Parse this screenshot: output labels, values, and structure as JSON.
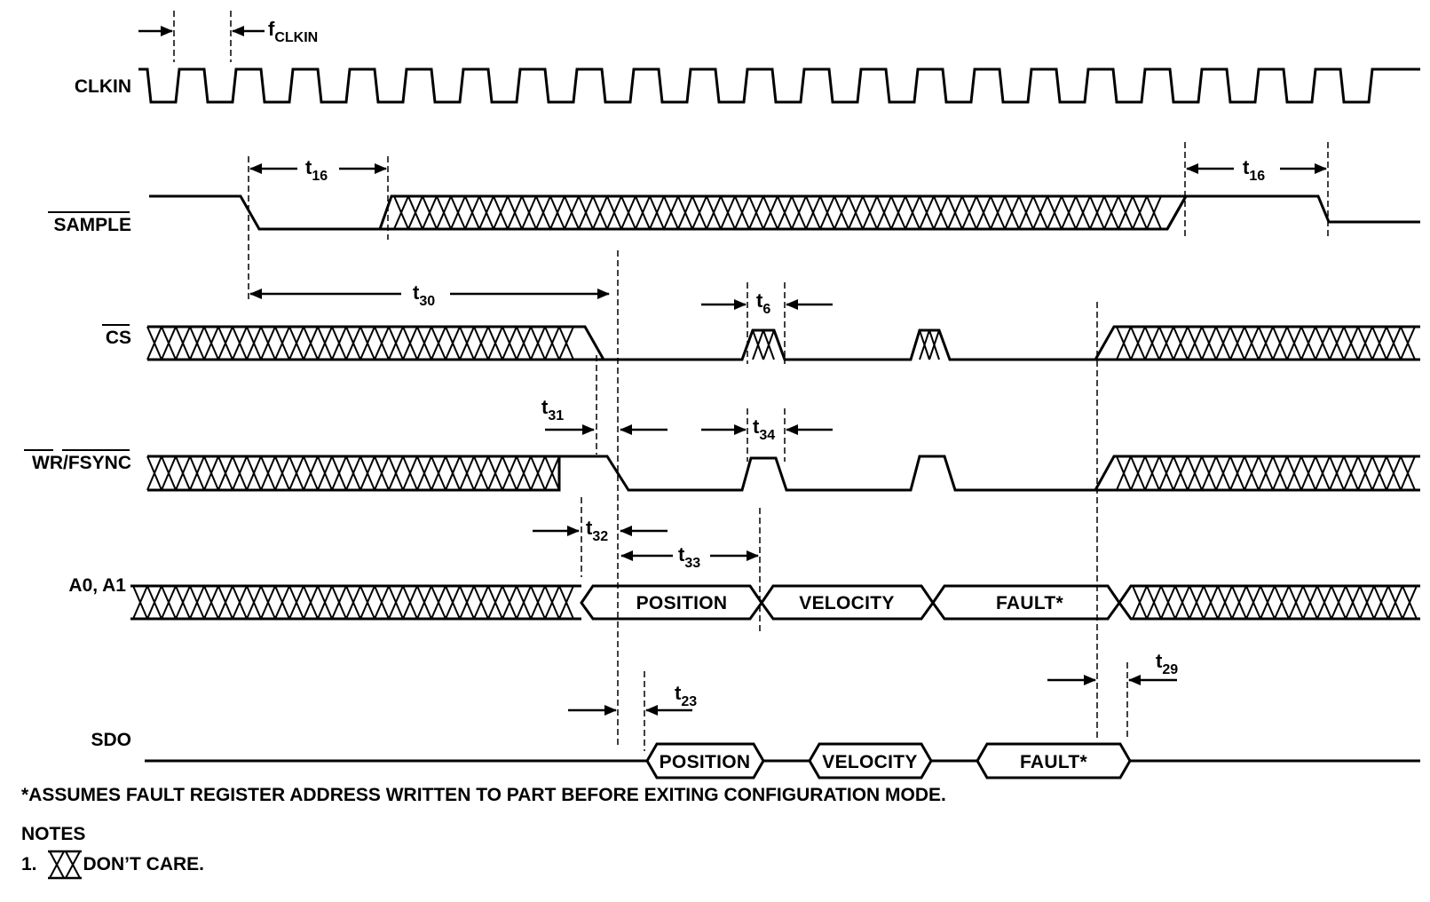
{
  "signals": {
    "clkin": "CLKIN",
    "sample": "SAMPLE",
    "cs": "CS",
    "wr_fsync": "WR/FSYNC",
    "a0_a1": "A0, A1",
    "sdo": "SDO"
  },
  "timing": {
    "f_clkin": {
      "main": "f",
      "sub": "CLKIN"
    },
    "t16": {
      "main": "t",
      "sub": "16"
    },
    "t30": {
      "main": "t",
      "sub": "30"
    },
    "t6": {
      "main": "t",
      "sub": "6"
    },
    "t31": {
      "main": "t",
      "sub": "31"
    },
    "t34": {
      "main": "t",
      "sub": "34"
    },
    "t32": {
      "main": "t",
      "sub": "32"
    },
    "t33": {
      "main": "t",
      "sub": "33"
    },
    "t23": {
      "main": "t",
      "sub": "23"
    },
    "t29": {
      "main": "t",
      "sub": "29"
    }
  },
  "a0_a1_bus": {
    "position": "POSITION",
    "velocity": "VELOCITY",
    "fault": "FAULT*"
  },
  "sdo_bus": {
    "position": "POSITION",
    "velocity": "VELOCITY",
    "fault": "FAULT*"
  },
  "footnote": "*ASSUMES FAULT REGISTER ADDRESS WRITTEN TO PART BEFORE EXITING CONFIGURATION MODE.",
  "notes": {
    "heading": "NOTES",
    "item_number": "1.",
    "item_text": "DON’T CARE."
  }
}
